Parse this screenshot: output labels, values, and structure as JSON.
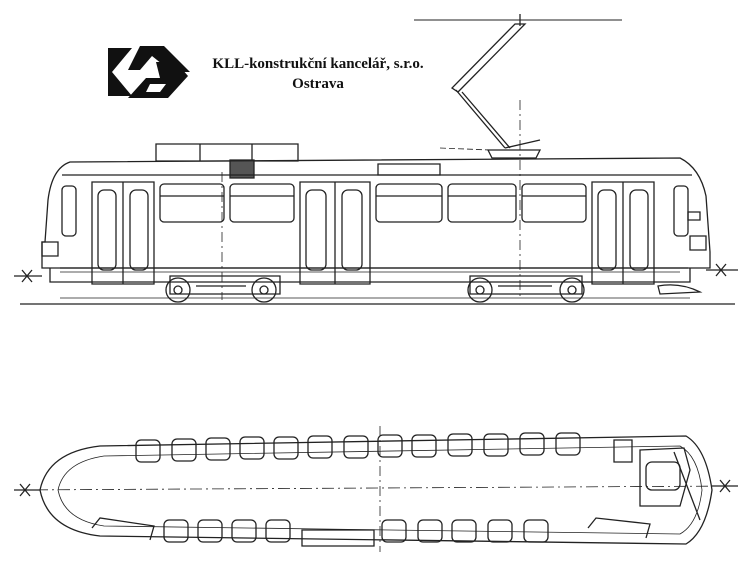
{
  "company": {
    "name": "KLL-konstrukční kancelář, s.r.o.",
    "city": "Ostrava"
  },
  "views": [
    "side-elevation",
    "floor-plan"
  ],
  "colors": {
    "line": "#222222",
    "background": "#ffffff"
  }
}
